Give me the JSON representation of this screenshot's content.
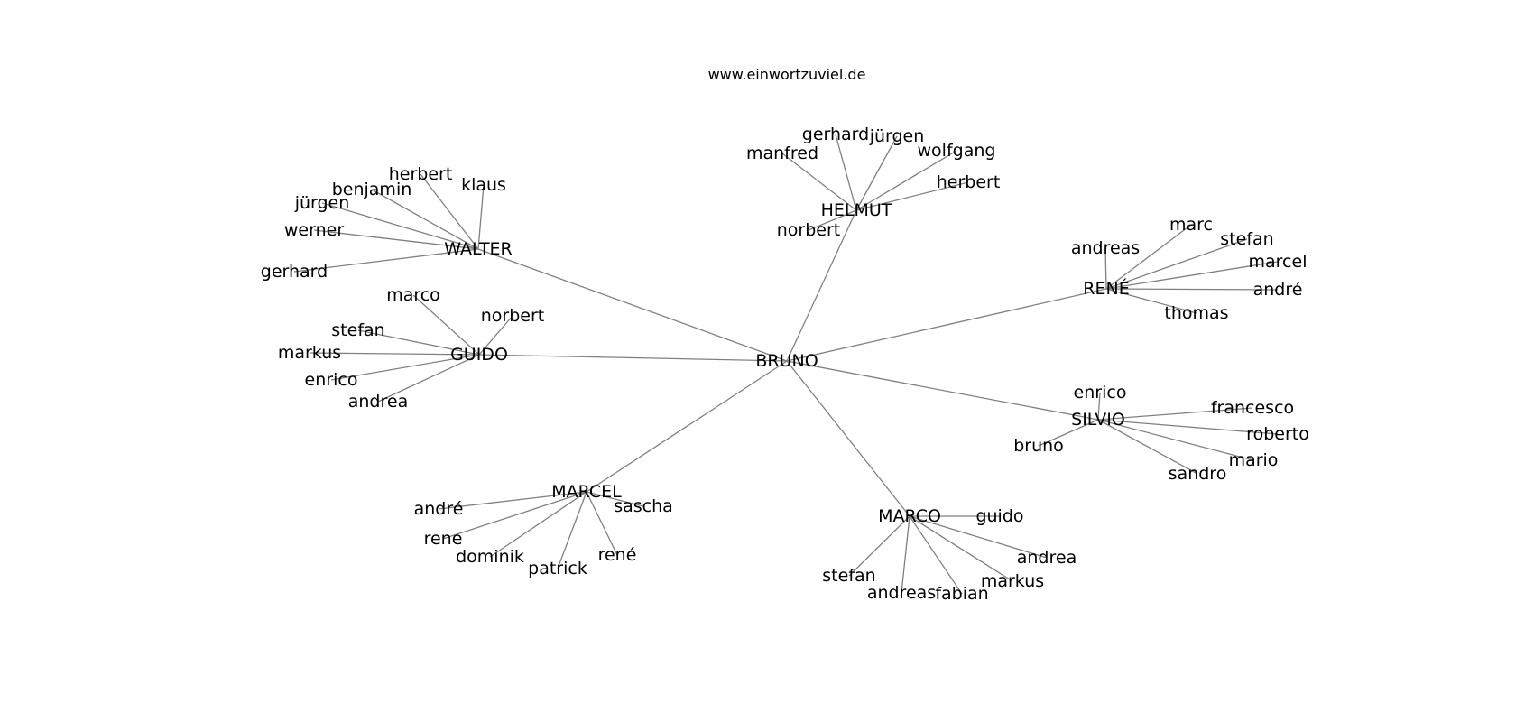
{
  "title": "www.einwortzuviel.de",
  "colors": {
    "edge": "#808080",
    "text": "#000000",
    "background": "#ffffff"
  },
  "root": "BRUNO",
  "clusters": [
    {
      "hub": "WALTER",
      "leaves": [
        "klaus",
        "herbert",
        "benjamin",
        "jürgen",
        "werner",
        "gerhard"
      ]
    },
    {
      "hub": "HELMUT",
      "leaves": [
        "gerhard",
        "jürgen",
        "manfred",
        "wolfgang",
        "herbert",
        "norbert"
      ]
    },
    {
      "hub": "RENÉ",
      "leaves": [
        "marc",
        "andreas",
        "stefan",
        "marcel",
        "andré",
        "thomas"
      ]
    },
    {
      "hub": "GUIDO",
      "leaves": [
        "marco",
        "norbert",
        "stefan",
        "markus",
        "enrico",
        "andrea"
      ]
    },
    {
      "hub": "SILVIO",
      "leaves": [
        "enrico",
        "francesco",
        "roberto",
        "mario",
        "sandro",
        "bruno"
      ]
    },
    {
      "hub": "MARCEL",
      "leaves": [
        "andré",
        "sascha",
        "rene",
        "dominik",
        "patrick",
        "rené"
      ]
    },
    {
      "hub": "MARCO",
      "leaves": [
        "guido",
        "andrea",
        "markus",
        "stefan",
        "andreas",
        "fabian"
      ]
    }
  ]
}
